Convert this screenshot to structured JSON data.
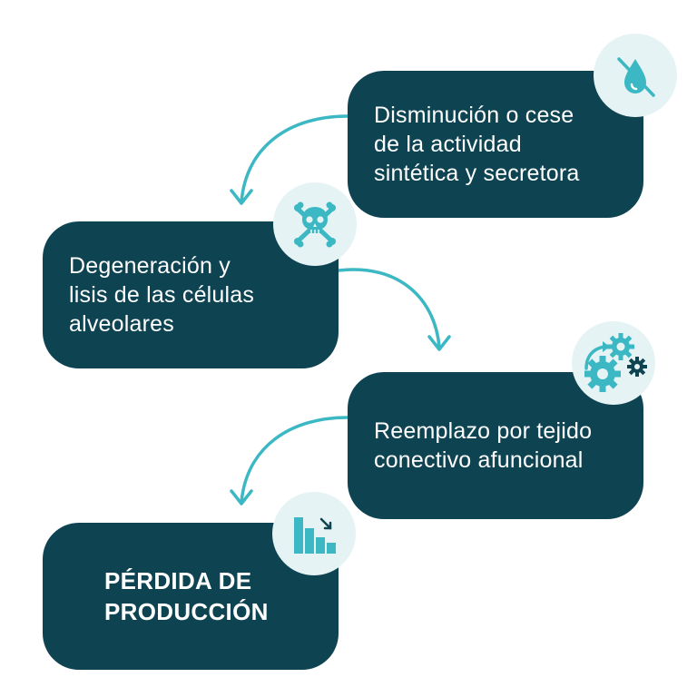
{
  "flow": {
    "steps": [
      {
        "lines": [
          "Disminución o cese",
          "de la actividad",
          "sintética y secretora"
        ],
        "icon": "no-water-drop-icon"
      },
      {
        "lines": [
          "Degeneración y",
          "lisis de las células",
          "alveolares"
        ],
        "icon": "skull-crossbones-icon"
      },
      {
        "lines": [
          "Reemplazo por tejido",
          "conectivo afuncional"
        ],
        "icon": "gears-icon"
      },
      {
        "lines": [
          "PÉRDIDA DE",
          "PRODUCCIÓN"
        ],
        "icon": "declining-bar-chart-icon"
      }
    ]
  },
  "colors": {
    "box": "#0e4452",
    "accent": "#3bb8c3",
    "badge": "#e6f3f4",
    "text": "#ffffff"
  }
}
